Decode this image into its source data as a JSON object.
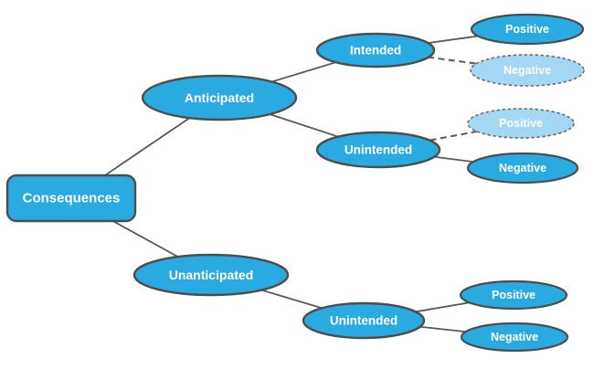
{
  "diagram": {
    "type": "tree",
    "background": "#ffffff",
    "colors": {
      "node_fill": "#29abe2",
      "muted_node_fill": "#a4d7f4",
      "node_border": "#4d4d4d",
      "muted_node_border": "#6e6e6e",
      "edge_line": "#595959",
      "label_text": "#ffffff"
    },
    "nodes": {
      "consequences": {
        "label": "Consequences",
        "shape": "rounded-rect",
        "style": "solid"
      },
      "anticipated": {
        "label": "Anticipated",
        "shape": "ellipse",
        "style": "solid"
      },
      "unanticipated": {
        "label": "Unanticipated",
        "shape": "ellipse",
        "style": "solid"
      },
      "intended": {
        "label": "Intended",
        "shape": "ellipse",
        "style": "solid"
      },
      "unintended_a": {
        "label": "Unintended",
        "shape": "ellipse",
        "style": "solid"
      },
      "unintended_u": {
        "label": "Unintended",
        "shape": "ellipse",
        "style": "solid"
      },
      "intended_positive": {
        "label": "Positive",
        "shape": "ellipse",
        "style": "solid"
      },
      "intended_negative": {
        "label": "Negative",
        "shape": "ellipse",
        "style": "dashed-muted"
      },
      "unintended_a_positive": {
        "label": "Positive",
        "shape": "ellipse",
        "style": "dashed-muted"
      },
      "unintended_a_negative": {
        "label": "Negative",
        "shape": "ellipse",
        "style": "solid"
      },
      "unintended_u_positive": {
        "label": "Positive",
        "shape": "ellipse",
        "style": "solid"
      },
      "unintended_u_negative": {
        "label": "Negative",
        "shape": "ellipse",
        "style": "solid"
      }
    },
    "edges": [
      {
        "from": "consequences",
        "to": "anticipated",
        "style": "solid"
      },
      {
        "from": "consequences",
        "to": "unanticipated",
        "style": "solid"
      },
      {
        "from": "anticipated",
        "to": "intended",
        "style": "solid"
      },
      {
        "from": "anticipated",
        "to": "unintended_a",
        "style": "solid"
      },
      {
        "from": "intended",
        "to": "intended_positive",
        "style": "solid"
      },
      {
        "from": "intended",
        "to": "intended_negative",
        "style": "dashed"
      },
      {
        "from": "unintended_a",
        "to": "unintended_a_positive",
        "style": "dashed"
      },
      {
        "from": "unintended_a",
        "to": "unintended_a_negative",
        "style": "solid"
      },
      {
        "from": "unanticipated",
        "to": "unintended_u",
        "style": "solid"
      },
      {
        "from": "unintended_u",
        "to": "unintended_u_positive",
        "style": "solid"
      },
      {
        "from": "unintended_u",
        "to": "unintended_u_negative",
        "style": "solid"
      }
    ]
  }
}
